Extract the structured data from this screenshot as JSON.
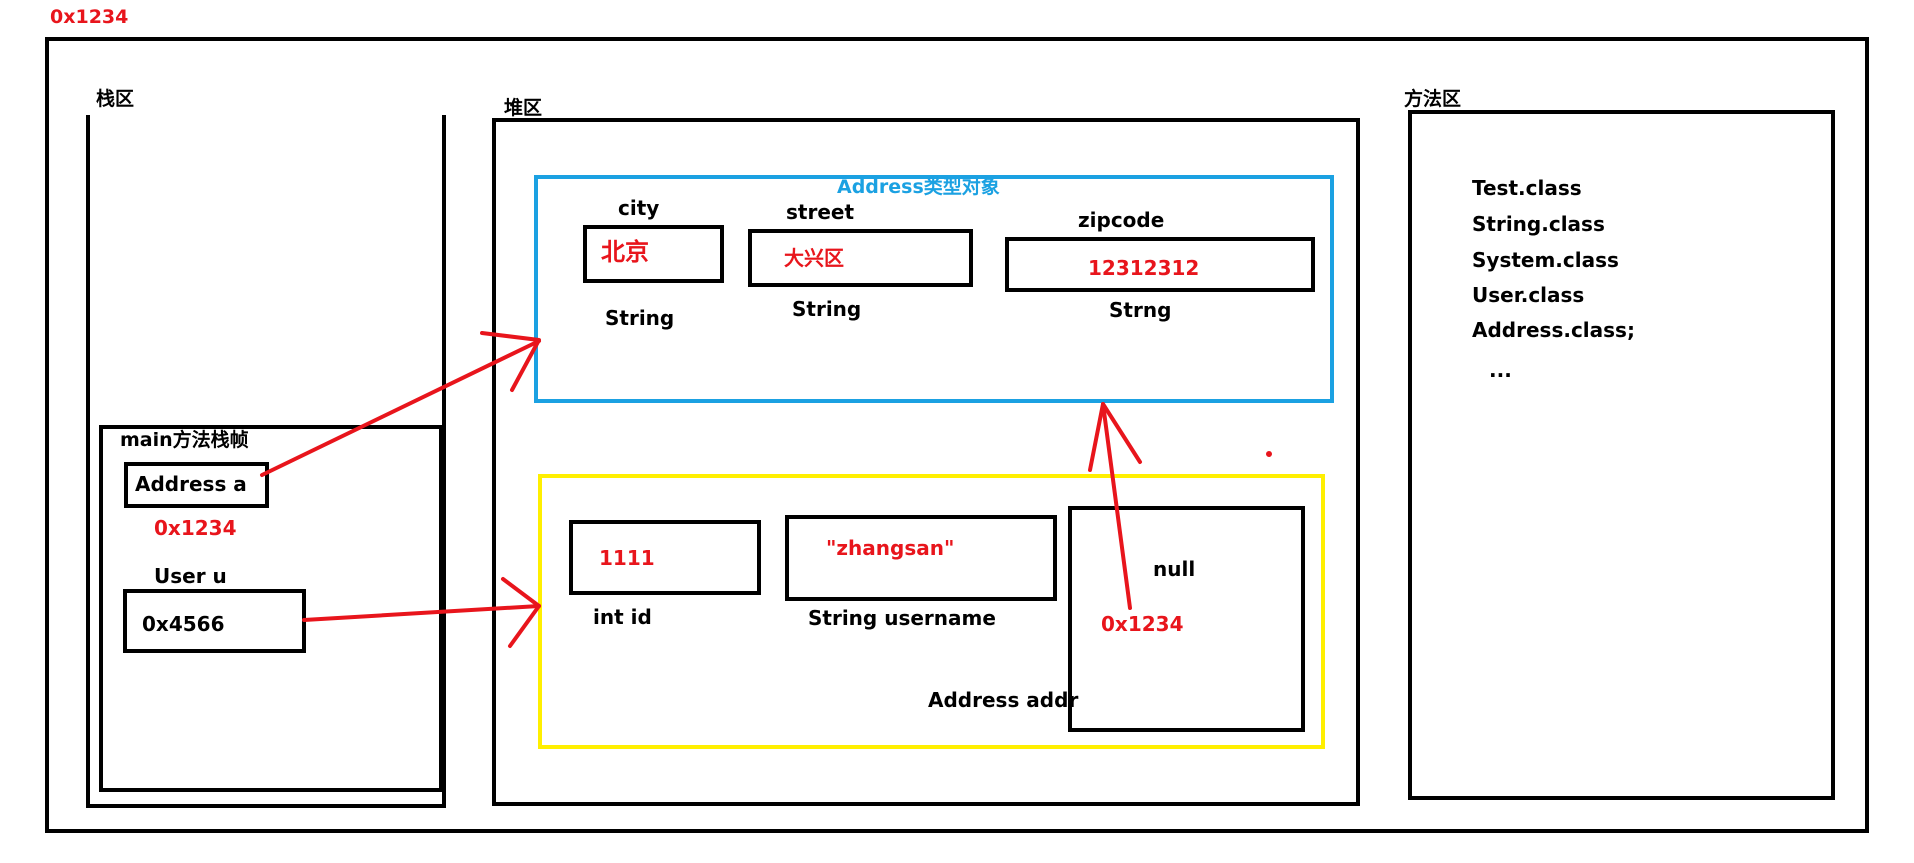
{
  "top_address": "0x1234",
  "stack": {
    "title": "栈区",
    "frame_title": "main方法栈帧",
    "address_var": "Address a",
    "address_value": "0x1234",
    "user_label": "User u",
    "user_value": "0x4566"
  },
  "heap": {
    "title": "堆区",
    "address_object": {
      "title": "Address类型对象",
      "fields": [
        {
          "name": "city",
          "value": "北京",
          "type": "String"
        },
        {
          "name": "street",
          "value": "大兴区",
          "type": "String"
        },
        {
          "name": "zipcode",
          "value": "12312312",
          "type": "Strng"
        }
      ]
    },
    "user_object": {
      "fields": [
        {
          "value": "1111",
          "label": "int id"
        },
        {
          "value": "\"zhangsan\"",
          "label": "String username"
        },
        {
          "value": "null",
          "ref": "0x1234",
          "label": "Address addr"
        }
      ]
    }
  },
  "method_area": {
    "title": "方法区",
    "classes": [
      "Test.class",
      "String.class",
      "System.class",
      "User.class",
      "Address.class;",
      "..."
    ]
  },
  "colors": {
    "red": "#e8151c",
    "blue": "#1ba1e2",
    "yellow": "#ffef00",
    "black": "#000000"
  }
}
